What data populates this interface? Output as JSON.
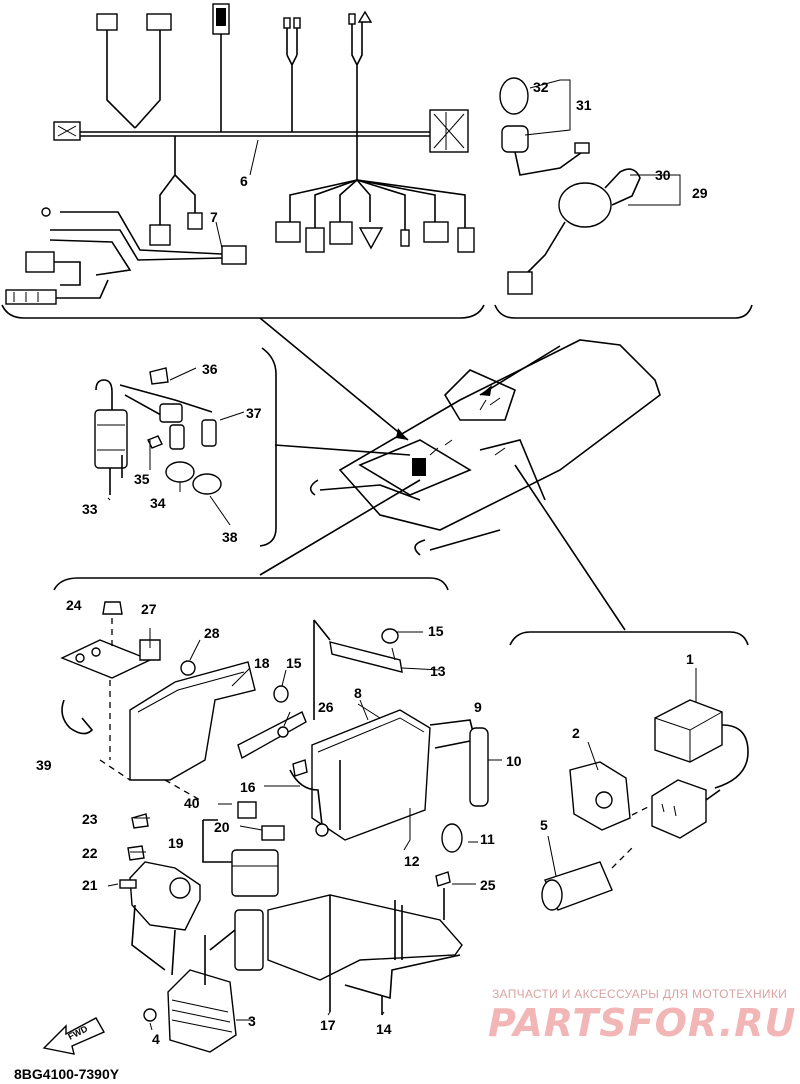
{
  "diagram_code": "8BG4100-7390Y",
  "watermark": {
    "tagline": "ЗАПЧАСТИ И АКСЕССУАРЫ ДЛЯ МОТОТЕХНИКИ",
    "logo": "PARTSFOR.RU"
  },
  "fwd_label": "FWD",
  "callouts": {
    "c1": "1",
    "c2": "2",
    "c3": "3",
    "c4": "4",
    "c5": "5",
    "c6": "6",
    "c7": "7",
    "c8": "8",
    "c9": "9",
    "c10": "10",
    "c11": "11",
    "c12": "12",
    "c13": "13",
    "c14": "14",
    "c15a": "15",
    "c15b": "15",
    "c16": "16",
    "c17": "17",
    "c18": "18",
    "c19": "19",
    "c20": "20",
    "c21": "21",
    "c22": "22",
    "c23": "23",
    "c24": "24",
    "c25": "25",
    "c26": "26",
    "c27": "27",
    "c28": "28",
    "c29": "29",
    "c30": "30",
    "c31": "31",
    "c32": "32",
    "c33": "33",
    "c34": "34",
    "c35": "35",
    "c36": "36",
    "c37": "37",
    "c38": "38",
    "c39": "39",
    "c40": "40"
  }
}
